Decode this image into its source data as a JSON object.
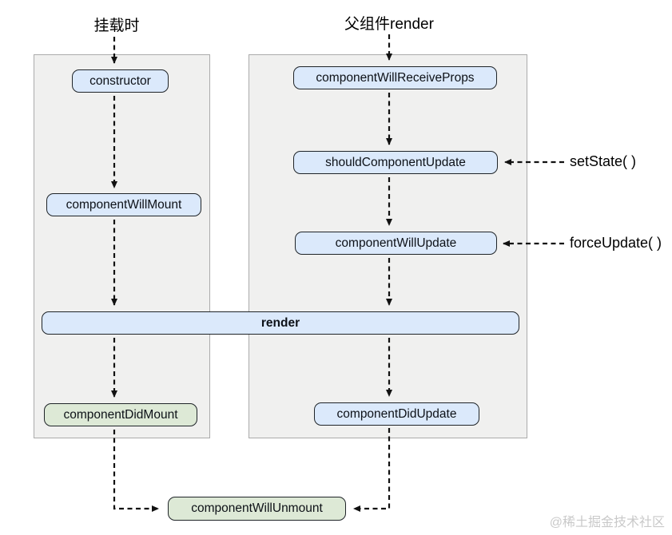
{
  "diagram": {
    "titles": {
      "mount": "挂载时",
      "parent_render": "父组件render"
    },
    "nodes": {
      "constructor": "constructor",
      "component_will_mount": "componentWillMount",
      "component_did_mount": "componentDidMount",
      "component_will_receive_props": "componentWillReceiveProps",
      "should_component_update": "shouldComponentUpdate",
      "component_will_update": "componentWillUpdate",
      "component_did_update": "componentDidUpdate",
      "render": "render",
      "component_will_unmount": "componentWillUnmount"
    },
    "side_labels": {
      "set_state": "setState( )",
      "force_update": "forceUpdate( )"
    },
    "colors": {
      "node_blue": "#dbe9fb",
      "node_green": "#dde9d6",
      "node_border": "#1f2428",
      "panel_bg": "#f0f0ef",
      "panel_border": "#ababab",
      "arrow": "#111111",
      "watermark_gray": "#c9c9c9"
    },
    "watermark": "@稀土掘金技术社区"
  }
}
